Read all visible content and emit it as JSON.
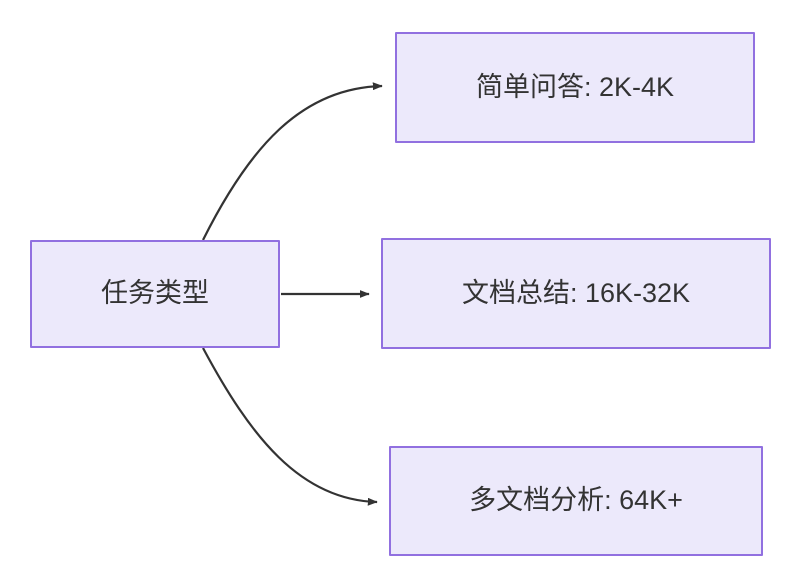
{
  "diagram": {
    "type": "flowchart",
    "direction": "left-to-right",
    "background_color": "#ffffff",
    "node_fill_color": "#ece9fb",
    "node_border_color": "#9170e0",
    "node_text_color": "#333333",
    "edge_color": "#333333",
    "nodes": [
      {
        "id": "root",
        "label": "任务类型",
        "role": "source"
      },
      {
        "id": "simple-qa",
        "label": "简单问答: 2K-4K",
        "role": "target"
      },
      {
        "id": "doc-sum",
        "label": "文档总结: 16K-32K",
        "role": "target"
      },
      {
        "id": "multi-doc",
        "label": "多文档分析: 64K+",
        "role": "target"
      }
    ],
    "edges": [
      {
        "id": "edge-root-simple-qa",
        "from": "root",
        "to": "simple-qa",
        "label": "",
        "style": "curved-arrow"
      },
      {
        "id": "edge-root-doc-sum",
        "from": "root",
        "to": "doc-sum",
        "label": "",
        "style": "straight-arrow"
      },
      {
        "id": "edge-root-multi-doc",
        "from": "root",
        "to": "multi-doc",
        "label": "",
        "style": "curved-arrow"
      }
    ]
  }
}
